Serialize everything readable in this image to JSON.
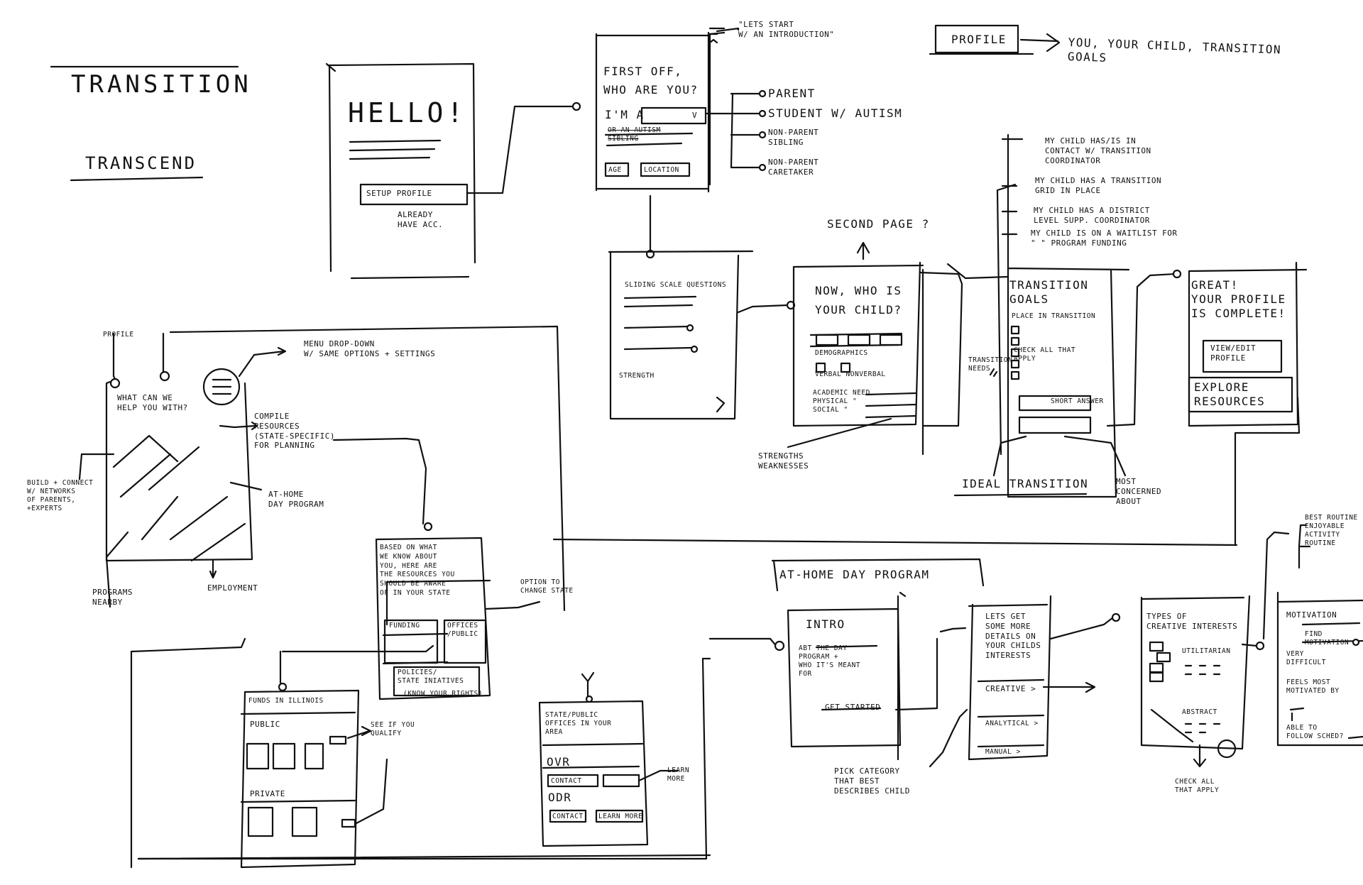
{
  "header": {
    "title_transition": "TRANSITION",
    "title_transcend": "TRANSCEND",
    "profile_box": "PROFILE",
    "profile_note": "YOU, YOUR CHILD, TRANSITION\nGOALS"
  },
  "screens": {
    "hello": {
      "title": "HELLO!",
      "setup_button": "SETUP PROFILE",
      "already": "ALREADY\nHAVE ACC."
    },
    "who": {
      "intro_note": "\"LETS START\nW/ AN INTRODUCTION\"",
      "title": "FIRST OFF,\nWHO ARE YOU?",
      "im_a": "I'M A",
      "dropdown_caret": "V",
      "strike_lines": "OR AN AUTISM\nSIBLING",
      "age": "AGE",
      "location": "LOCATION",
      "options": [
        "PARENT",
        "STUDENT W/ AUTISM",
        "NON-PARENT\nSIBLING",
        "NON-PARENT\nCARETAKER"
      ]
    },
    "sliding": {
      "title": "SLIDING SCALE QUESTIONS",
      "footer": "STRENGTH"
    },
    "child": {
      "second_page": "SECOND PAGE ?",
      "title": "NOW, WHO IS\nYOUR CHILD?",
      "demographics": "DEMOGRAPHICS",
      "verbal": "VERBAL NONVERBAL",
      "needs": "ACADEMIC NEED\nPHYSICAL \"\nSOCIAL \"",
      "strengths": "STRENGTHS\nWEAKNESSES"
    },
    "goals": {
      "notes": [
        "MY CHILD HAS/IS IN\nCONTACT W/ TRANSITION\nCOORDINATOR",
        "MY CHILD HAS A TRANSITION\nGRID IN PLACE",
        "MY CHILD HAS A DISTRICT\nLEVEL SUPP. COORDINATOR",
        "MY CHILD IS ON A WAITLIST FOR\n\" \" PROGRAM FUNDING"
      ],
      "title": "TRANSITION\nGOALS",
      "place": "PLACE IN TRANSITION",
      "check": "CHECK ALL THAT\nAPPLY",
      "transition_needs": "TRANSITION\nNEEDS",
      "short_answer": "SHORT ANSWER",
      "ideal": "IDEAL TRANSITION",
      "most": "MOST\nCONCERNED\nABOUT"
    },
    "complete": {
      "title": "GREAT!\nYOUR PROFILE\nIS COMPLETE!",
      "view_edit": "VIEW/EDIT\nPROFILE",
      "explore": "EXPLORE\nRESOURCES"
    },
    "help": {
      "profile": "PROFILE",
      "menu_note": "MENU DROP-DOWN\nW/ SAME OPTIONS + SETTINGS",
      "title": "WHAT CAN WE\nHELP YOU WITH?",
      "compile": "COMPILE\nRESOURCES\n(STATE-SPECIFIC)\nFOR PLANNING",
      "build": "BUILD + CONNECT\nW/ NETWORKS\nOF PARENTS,\n+EXPERTS",
      "at_home": "AT-HOME\nDAY PROGRAM",
      "programs": "PROGRAMS\nNEARBY",
      "employment": "EMPLOYMENT"
    },
    "resources": {
      "text": "BASED ON WHAT\nWE KNOW ABOUT\nYOU, HERE ARE\nTHE RESOURCES YOU\nSHOULD BE AWARE\nOF IN YOUR STATE",
      "option": "OPTION TO\nCHANGE STATE",
      "funding": "FUNDING",
      "offices": "OFFICES\n/PUBLIC",
      "policies": "POLICIES/\nSTATE INIATIVES",
      "know_rights": "(KNOW YOUR RIGHTS)"
    },
    "funds": {
      "title": "FUNDS IN ILLINOIS",
      "public": "PUBLIC",
      "private": "PRIVATE",
      "note": "SEE IF YOU\nQUALIFY"
    },
    "offices": {
      "title": "STATE/PUBLIC\nOFFICES IN YOUR\nAREA",
      "ovr": "OVR",
      "odr": "ODR",
      "contact": "CONTACT",
      "learn_more_btn": "LEARN MORE",
      "learn_more_note": "LEARN\nMORE"
    },
    "day_program": {
      "header": "AT-HOME DAY PROGRAM",
      "intro": "INTRO",
      "intro_text": "ABT THE DAY\nPROGRAM +\nWHO IT'S MEANT\nFOR",
      "get_started": "GET STARTED",
      "details": "LETS GET\nSOME MORE\nDETAILS ON\nYOUR CHILDS\nINTERESTS",
      "creative": "CREATIVE >",
      "analytical": "ANALYTICAL >",
      "manual": "MANUAL >",
      "pick": "PICK CATEGORY\nTHAT BEST\nDESCRIBES CHILD",
      "types": "TYPES OF\nCREATIVE INTERESTS",
      "utilitarian": "UTILITARIAN",
      "abstract": "ABSTRACT",
      "check_all": "CHECK ALL\nTHAT APPLY",
      "side_list": "BEST ROUTINE\nENJOYABLE\nACTIVITY\nROUTINE",
      "motivation": "MOTIVATION",
      "find_motivation": "FIND MOTIVATION",
      "very_difficult": "VERY\nDIFFICULT",
      "feels": "FEELS MOST\nMOTIVATED BY",
      "able": "ABLE TO\nFOLLOW SCHED?"
    }
  }
}
